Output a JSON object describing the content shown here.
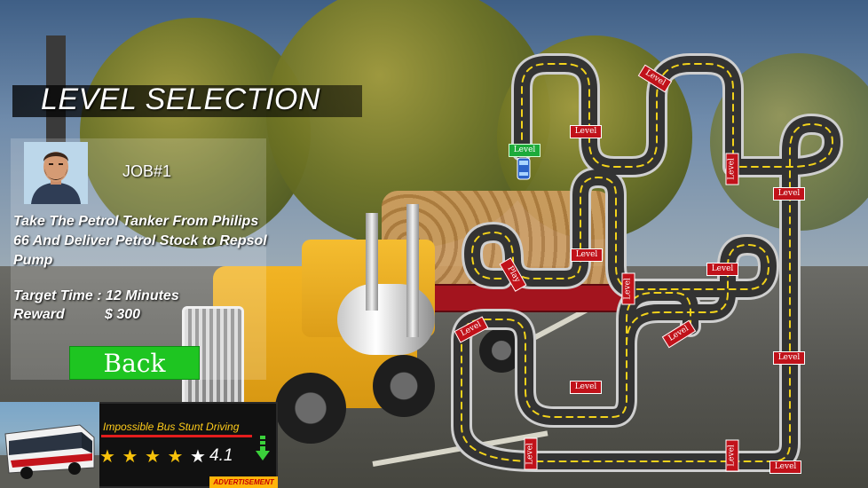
{
  "title": "LEVEL SELECTION",
  "job": {
    "title": "JOB#1",
    "description": "Take The Petrol Tanker From Philips 66  And Deliver Petrol Stock to Repsol Pump",
    "target_line": "Target Time : 12 Minutes",
    "reward_label": "Reward",
    "reward_value": "$ 300"
  },
  "back_button": {
    "label": "Back"
  },
  "advertisement": {
    "app_title": "Impossible Bus Stunt Driving",
    "rating": "4.1",
    "stars_filled": 4,
    "stars_total": 5,
    "badge": "ADVERTISEMENT",
    "icons": {
      "download": "download-arrow-icon",
      "stars": "star-icon"
    }
  },
  "level_map": {
    "levels": [
      {
        "label": "Level",
        "state": "current"
      },
      {
        "label": "Level",
        "state": "locked"
      },
      {
        "label": "Level",
        "state": "locked"
      },
      {
        "label": "Level",
        "state": "locked"
      },
      {
        "label": "Level",
        "state": "locked"
      },
      {
        "label": "Play",
        "state": "locked"
      },
      {
        "label": "Level",
        "state": "locked"
      },
      {
        "label": "Level",
        "state": "locked"
      },
      {
        "label": "Level",
        "state": "locked"
      },
      {
        "label": "Level",
        "state": "locked"
      },
      {
        "label": "Level",
        "state": "locked"
      },
      {
        "label": "Level",
        "state": "locked"
      },
      {
        "label": "Level",
        "state": "locked"
      },
      {
        "label": "Level",
        "state": "locked"
      },
      {
        "label": "Level",
        "state": "locked"
      },
      {
        "label": "Level",
        "state": "locked"
      }
    ],
    "colors": {
      "road": "#2f2f2f",
      "edge": "#c9c9c9",
      "dash": "#f2d21b",
      "marker_locked": "#c1121a",
      "marker_current": "#1cab3a"
    }
  }
}
